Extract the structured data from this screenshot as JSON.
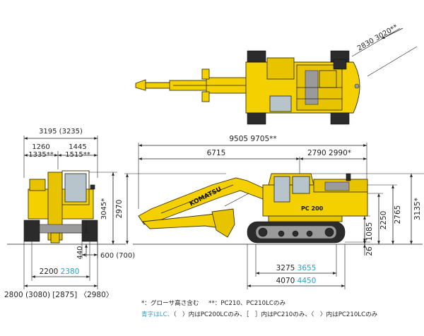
{
  "top_view": {
    "dim_width": "2830 3020**"
  },
  "side_view": {
    "overall_length": "9505 9705**",
    "boom_reach": "6715",
    "tail_length": "2790 2990*",
    "track_length_std": "3275",
    "track_length_lc": "3655",
    "overall_track_std": "4070",
    "overall_track_lc": "4450",
    "cab_height": "3135*",
    "counterweight_height": "2765",
    "engine_hood_height": "2250",
    "tail_clearance": "1085",
    "ground_clearance": "26",
    "boom_height": "2970",
    "machine_brand": "KOMATSU",
    "model_badge": "PC 200"
  },
  "front_view": {
    "overall_width": "3195 (3235)",
    "width_a": "1260",
    "width_b": "1445",
    "width_a_alt": "1335**",
    "width_b_alt": "1515**",
    "cab_height": "3045*",
    "min_clearance": "440",
    "shoe_width": "600 (700)",
    "track_gauge_std": "2200",
    "track_gauge_lc": "2380",
    "track_width": "2800 (3080) [2875] 〈2980〉"
  },
  "notes": {
    "footnote_star": "*：グローサ高さ含む",
    "footnote_double_star": "**：PC210、PC210LCのみ",
    "legend_blue": "青字はLC、",
    "legend_rest": "（　）内はPC200LCのみ、［　］内はPC210のみ、〈　〉内はPC210LCのみ"
  },
  "colors": {
    "machine": "#f5d000",
    "lc_text": "#29a3c6"
  }
}
